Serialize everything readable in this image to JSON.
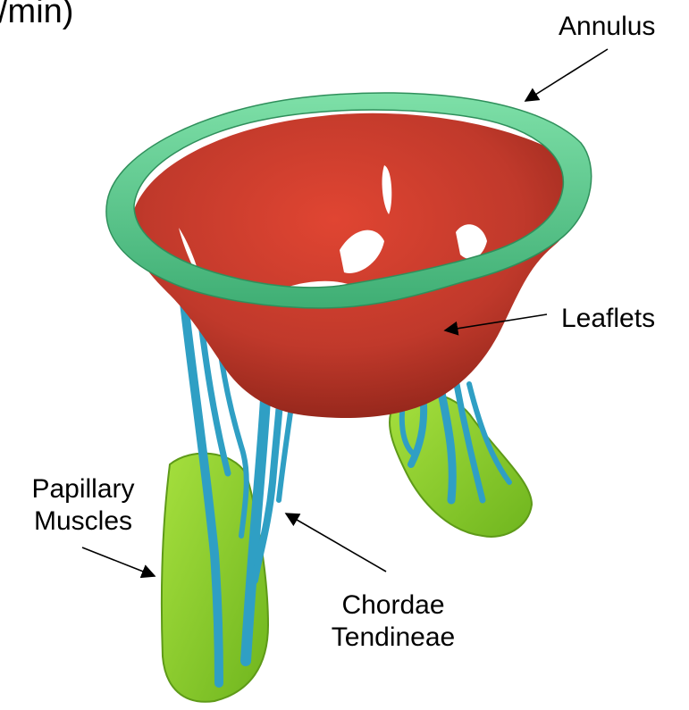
{
  "figure": {
    "top_fragment": "/min)",
    "labels": {
      "annulus": "Annulus",
      "leaflets": "Leaflets",
      "papillary_line1": "Papillary",
      "papillary_line2": "Muscles",
      "chordae_line1": "Chordae",
      "chordae_line2": "Tendineae"
    }
  },
  "colors": {
    "annulus": "#4fc88a",
    "leaflets": "#c0392b",
    "chordae": "#2f9fc4",
    "papillary": "#8ccf2e",
    "background": "#ffffff"
  }
}
